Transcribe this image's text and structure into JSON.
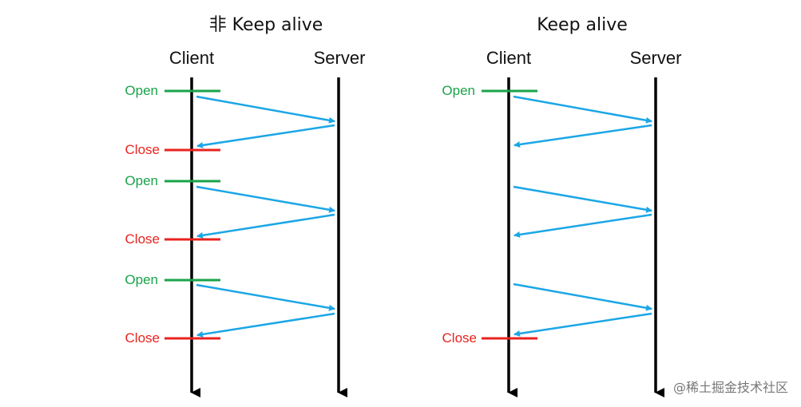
{
  "colors": {
    "open": "#1aa34a",
    "close": "#e8231f",
    "arrow": "#1ba6e6",
    "timeline": "#000000"
  },
  "left": {
    "title": "非 Keep alive",
    "client_label": "Client",
    "server_label": "Server",
    "markers": [
      {
        "label": "Open",
        "kind": "open"
      },
      {
        "label": "Close",
        "kind": "close"
      },
      {
        "label": "Open",
        "kind": "open"
      },
      {
        "label": "Close",
        "kind": "close"
      },
      {
        "label": "Open",
        "kind": "open"
      },
      {
        "label": "Close",
        "kind": "close"
      }
    ]
  },
  "right": {
    "title": "Keep alive",
    "client_label": "Client",
    "server_label": "Server",
    "markers": [
      {
        "label": "Open",
        "kind": "open"
      },
      {
        "label": "Close",
        "kind": "close"
      }
    ]
  },
  "watermark": "@稀土掘金技术社区"
}
